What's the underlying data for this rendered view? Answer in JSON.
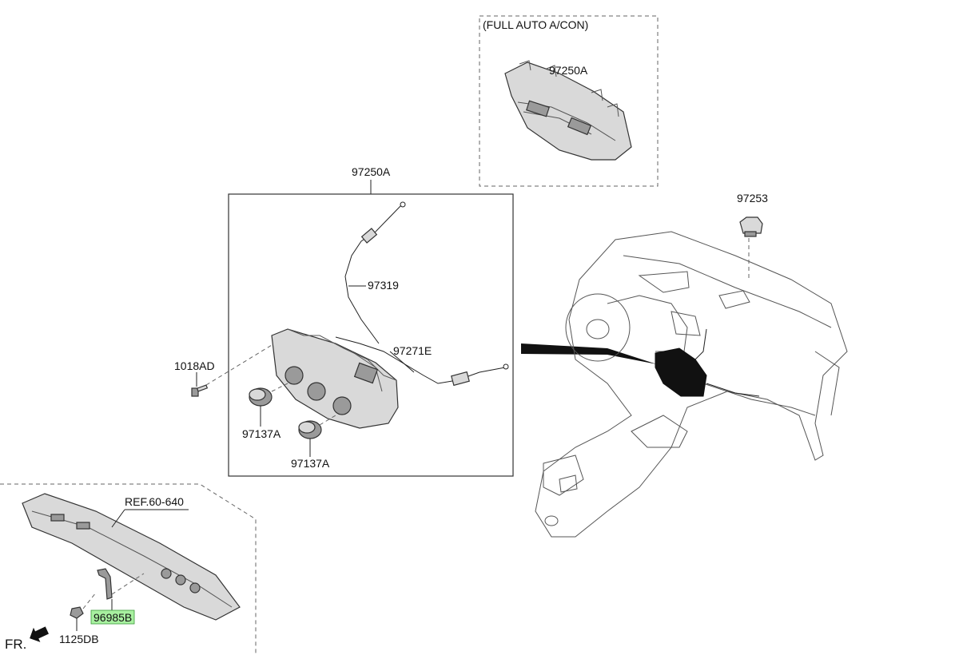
{
  "labels": {
    "full_auto_box": "(FULL AUTO A/CON)",
    "part_97250A_top": "97250A",
    "part_97250A_main": "97250A",
    "part_97253": "97253",
    "part_97319": "97319",
    "part_97271E": "97271E",
    "part_1018AD": "1018AD",
    "part_97137A_1": "97137A",
    "part_97137A_2": "97137A",
    "ref": "REF.60-640",
    "part_96985B": "96985B",
    "part_1125DB": "1125DB",
    "front": "FR."
  },
  "colors": {
    "highlight": "#a8f0a0",
    "part_fill": "#d9d9d9",
    "part_shadow": "#9a9a9a",
    "module_black": "#111111"
  }
}
